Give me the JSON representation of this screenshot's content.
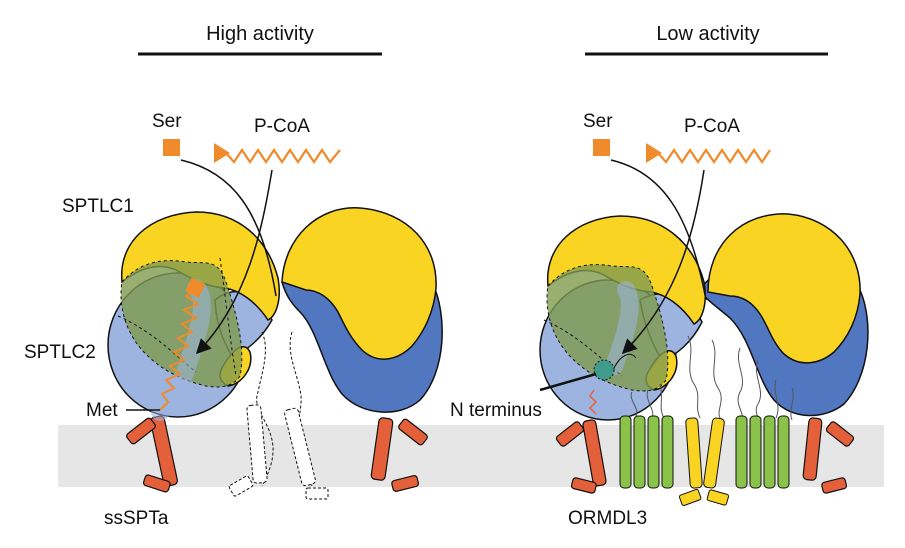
{
  "panels": {
    "left": {
      "title": "High activity"
    },
    "right": {
      "title": "Low activity"
    }
  },
  "labels": {
    "ser_left": "Ser",
    "pcoa_left": "P-CoA",
    "sptlc1": "SPTLC1",
    "sptlc2": "SPTLC2",
    "met": "Met",
    "ssspta": "ssSPTa",
    "ser_right": "Ser",
    "pcoa_right": "P-CoA",
    "n_terminus": "N terminus",
    "ormdl3": "ORMDL3"
  },
  "colors": {
    "yellow": "#F9D423",
    "blue_dark": "#5277C1",
    "blue_light": "#9DB4E0",
    "green": "#8BAE5A",
    "green_overlay": "#7F9A4E",
    "orange": "#F08A2A",
    "red_orange": "#E4603A",
    "membrane": "#E6E6E6",
    "teal": "#3F9B8C"
  }
}
